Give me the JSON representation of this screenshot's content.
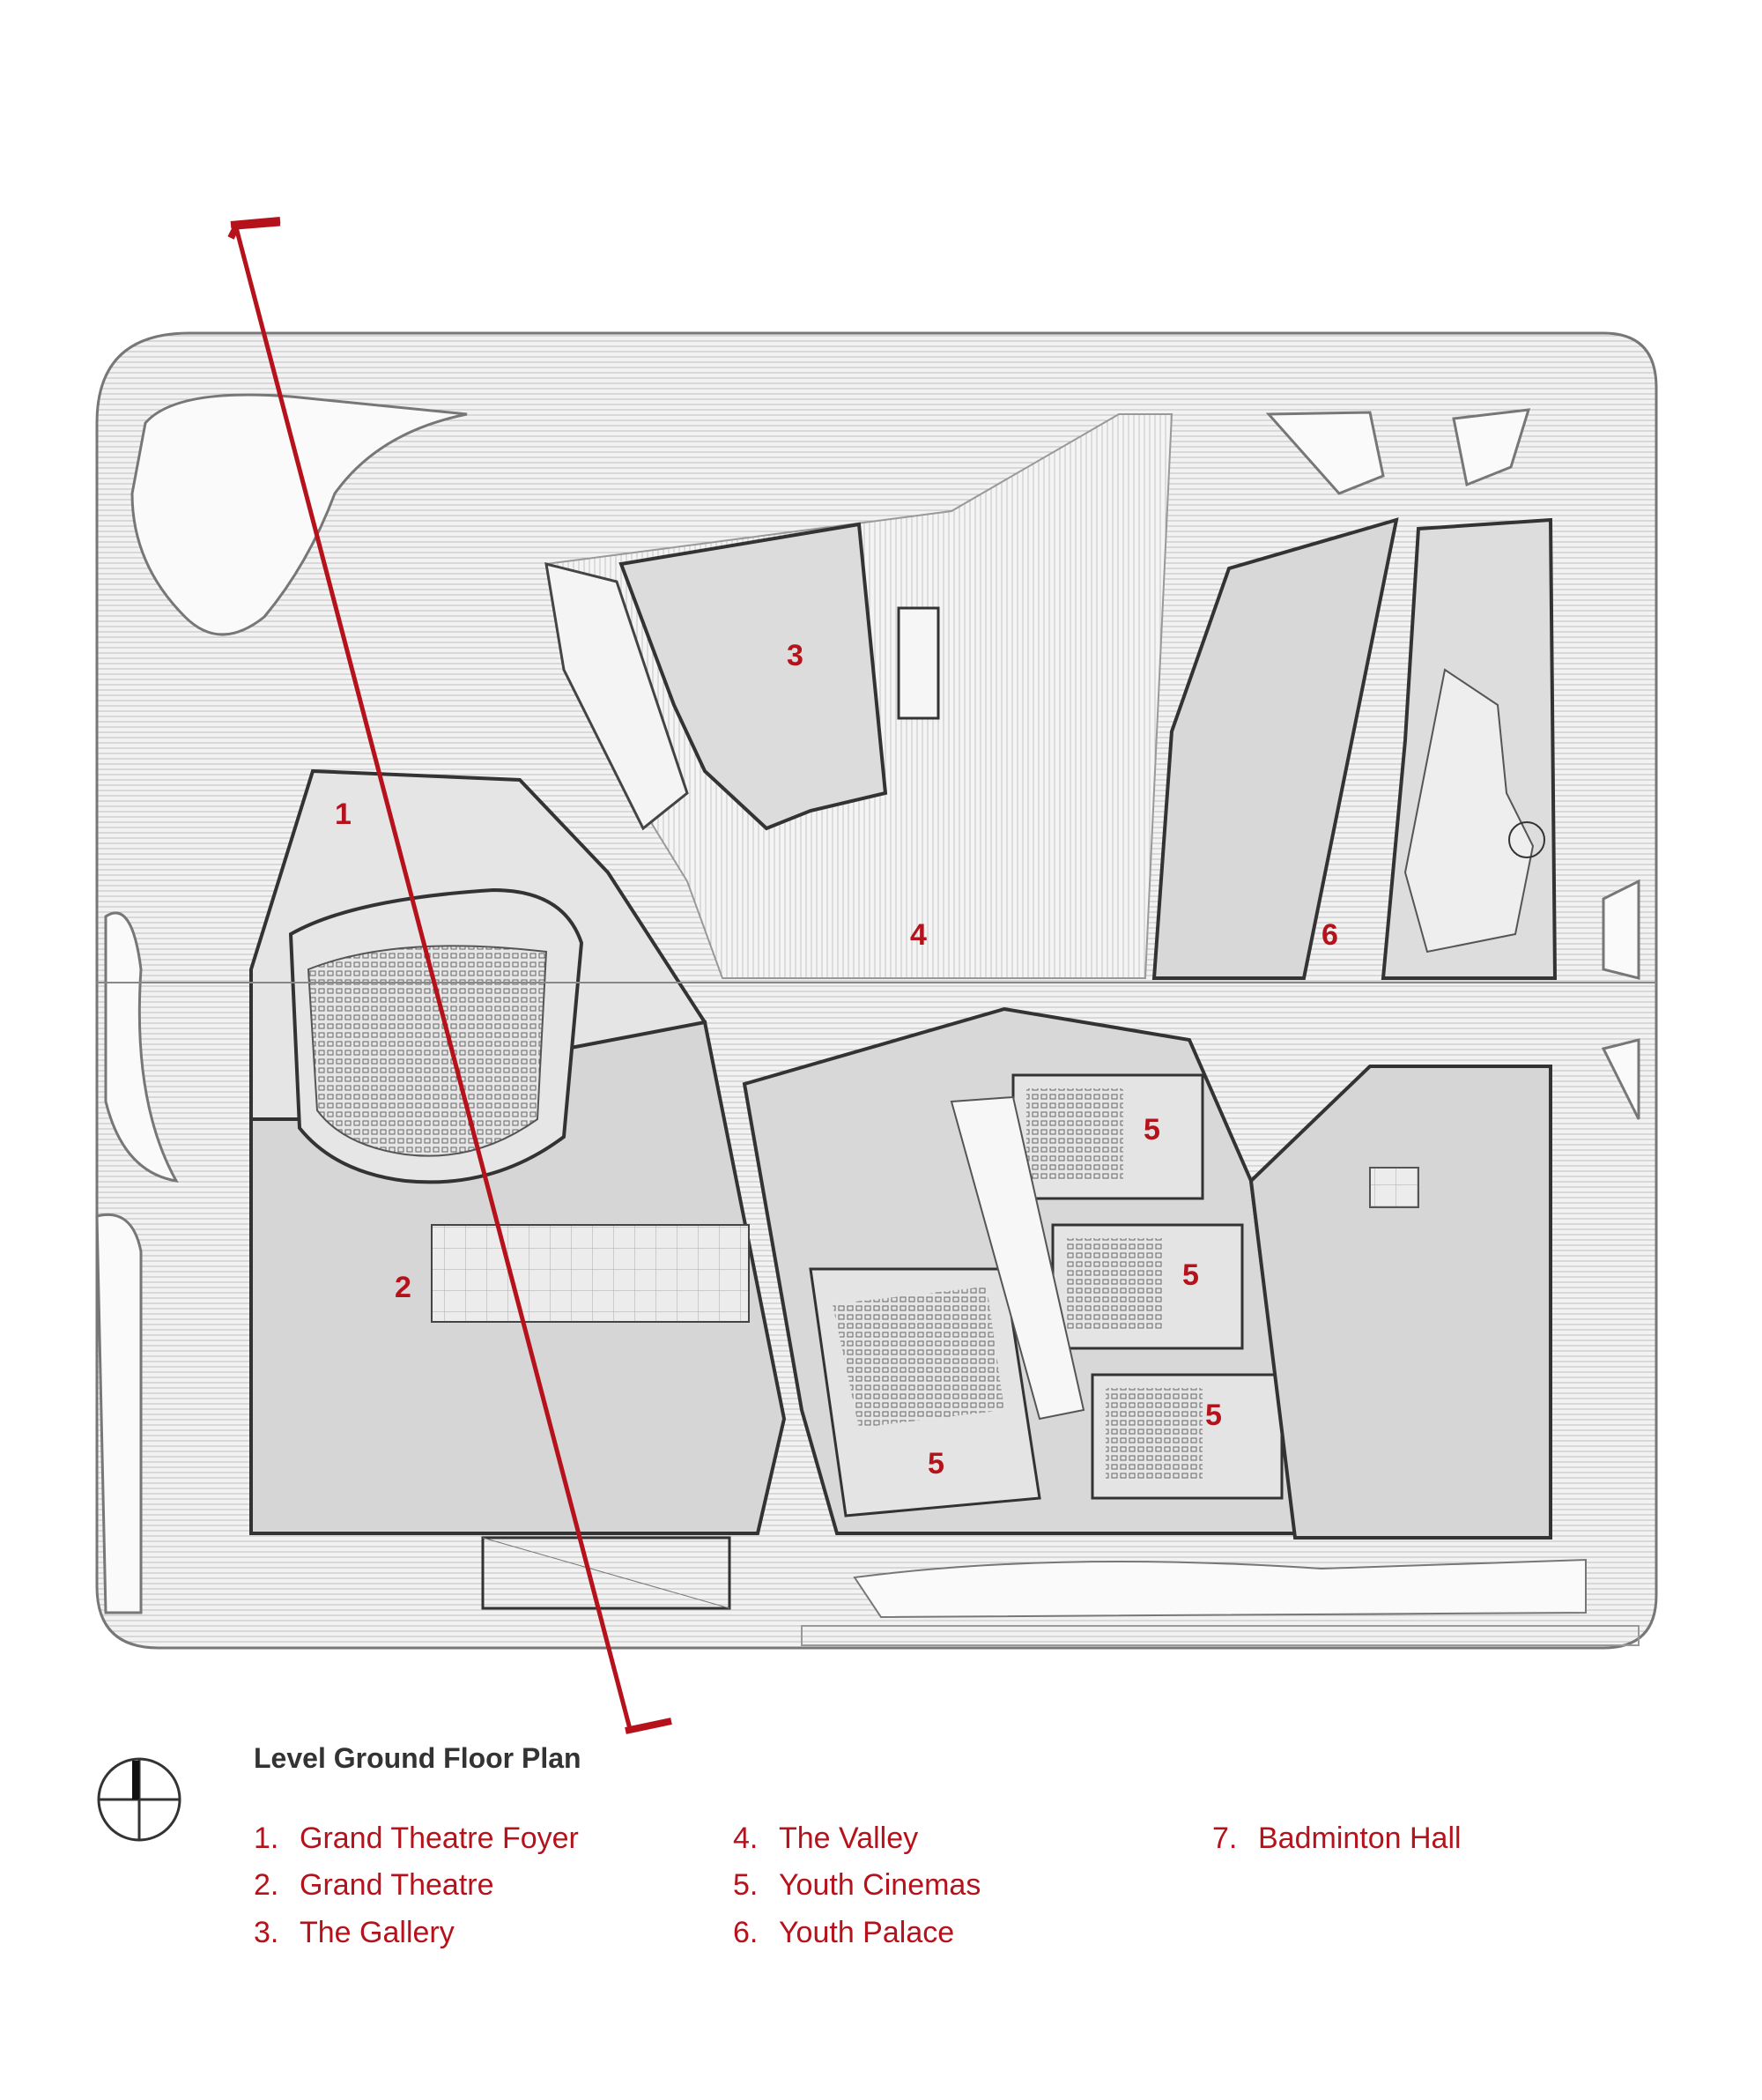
{
  "plan": {
    "title": "Level Ground Floor Plan",
    "room_labels": [
      "1",
      "2",
      "3",
      "4",
      "5",
      "5",
      "5",
      "5",
      "6"
    ]
  },
  "legend": {
    "items": [
      {
        "num": "1.",
        "label": "Grand Theatre Foyer"
      },
      {
        "num": "2.",
        "label": "Grand Theatre"
      },
      {
        "num": "3.",
        "label": "The Gallery"
      },
      {
        "num": "4.",
        "label": "The Valley"
      },
      {
        "num": "5.",
        "label": "Youth Cinemas"
      },
      {
        "num": "6.",
        "label": "Youth Palace"
      },
      {
        "num": "7.",
        "label": "Badminton Hall"
      }
    ]
  },
  "icons": {
    "north_arrow": "north-arrow-icon",
    "section_line": "section-cut-line"
  },
  "colors": {
    "accent": "#b5121b",
    "line": "#555555",
    "fill": "#d9d9d9",
    "hatch": "#c8c8c8"
  }
}
